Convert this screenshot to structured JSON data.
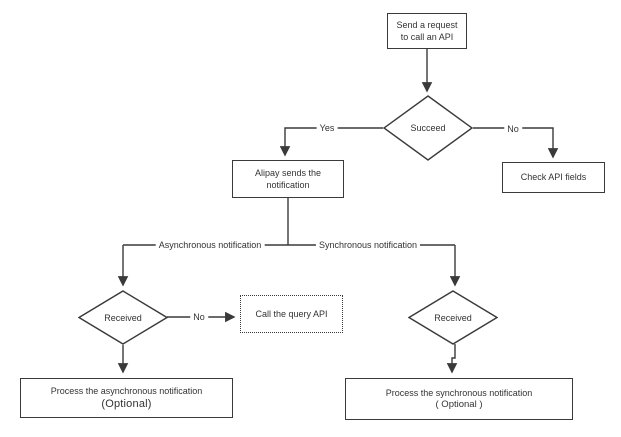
{
  "diagram": {
    "type": "flowchart",
    "colors": {
      "line": "#3a3a3a",
      "node_fill": "#ffffff",
      "text": "#333333",
      "background": "#ffffff"
    },
    "nodes": {
      "start": {
        "shape": "rect",
        "label": "Send a request\nto call an API"
      },
      "succeed": {
        "shape": "diamond",
        "label": "Succeed"
      },
      "alipay": {
        "shape": "rect",
        "label": "Alipay sends the\nnotification"
      },
      "check_api": {
        "shape": "rect",
        "label": "Check API fields"
      },
      "received_async": {
        "shape": "diamond",
        "label": "Received"
      },
      "received_sync": {
        "shape": "diamond",
        "label": "Received"
      },
      "call_query_api": {
        "shape": "rect-dotted",
        "label": "Call the query API"
      },
      "process_async": {
        "shape": "rect",
        "label": "Process the asynchronous notification",
        "sublabel": "(Optional)"
      },
      "process_sync": {
        "shape": "rect",
        "label": "Process the synchronous notification",
        "sublabel": "( Optional )"
      }
    },
    "edge_labels": {
      "succeed_yes": "Yes",
      "succeed_no": "No",
      "async_branch": "Asynchronous notification",
      "sync_branch": "Synchronous notification",
      "received_async_no": "No"
    }
  }
}
